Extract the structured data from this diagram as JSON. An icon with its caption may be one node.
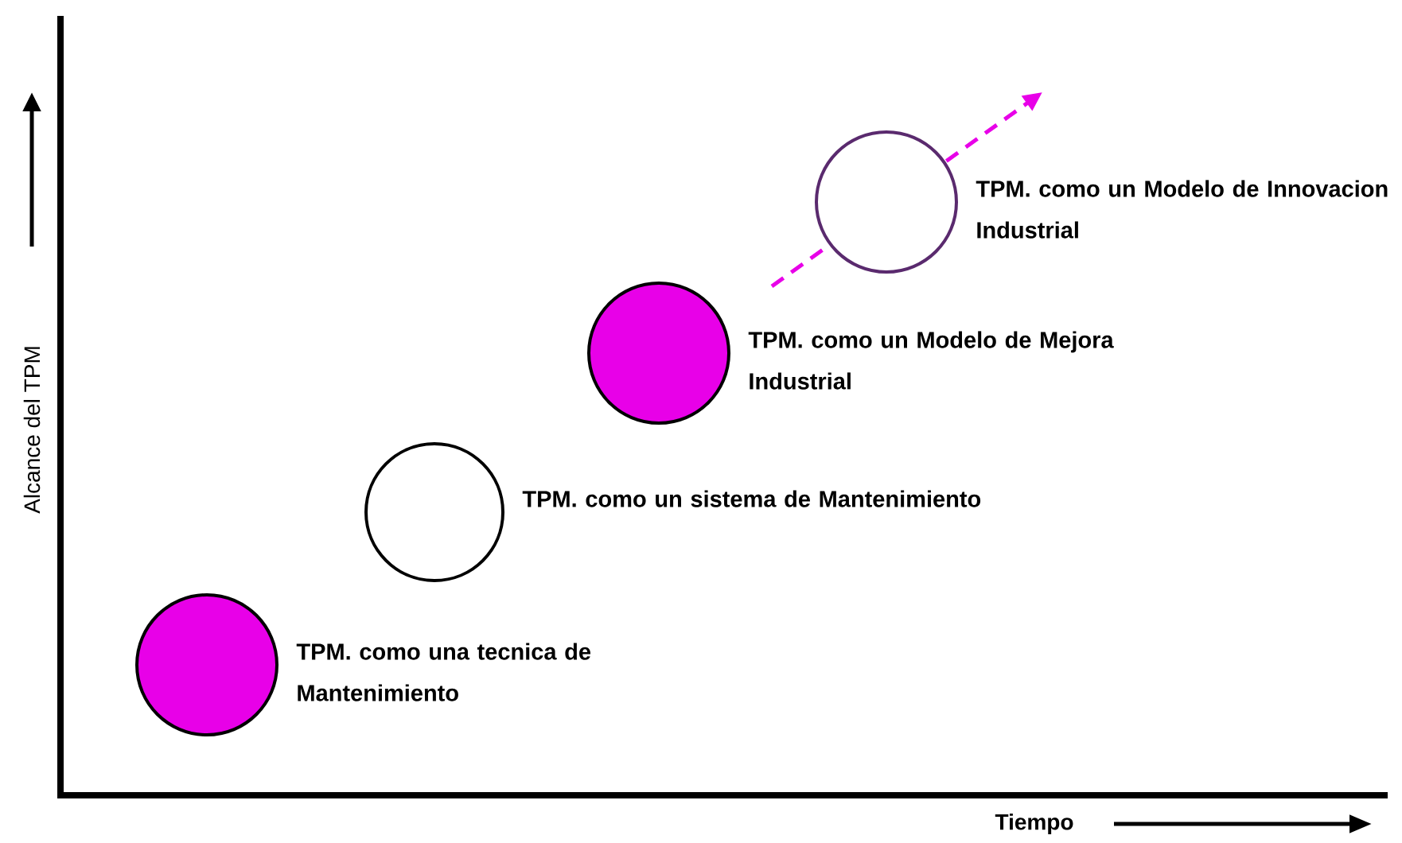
{
  "diagram": {
    "nodes": [
      {
        "text": [],
        "shape": "circle",
        "beside": [
          "TPM. como una tecnica de Mantenimiento"
        ]
      },
      {
        "text": [],
        "shape": "circle",
        "beside": [
          "TPM. como un sistema de Mantenimiento"
        ]
      },
      {
        "text": [],
        "shape": "circle",
        "beside": [
          "TPM. como un Modelo de Mejora Industrial"
        ]
      },
      {
        "text": [],
        "shape": "circle",
        "beside": [
          "TPM. como un Modelo de Innovacion Industrial"
        ]
      }
    ],
    "edges": [],
    "labels": [
      "Alcance del TPM",
      "Tiempo"
    ]
  }
}
